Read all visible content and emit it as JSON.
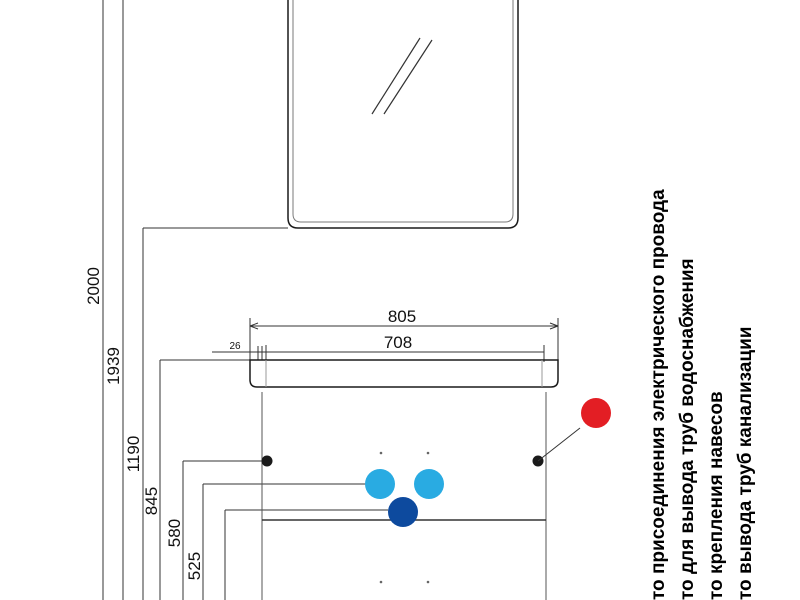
{
  "dimensions": {
    "h2000": "2000",
    "h1939": "1939",
    "h1190": "1190",
    "h845": "845",
    "h580": "580",
    "h525": "525",
    "w805": "805",
    "w708": "708",
    "w26": "26"
  },
  "legend": {
    "electric": "то присоединения электрического провода",
    "water": "то для вывода труб водоснабжения",
    "hang": "то крепления навесов",
    "sewer": "то вывода труб канализации"
  },
  "colors": {
    "electric_marker": "#e31e24",
    "water_marker": "#29abe2",
    "sewer_marker": "#0d4a9e",
    "hang_marker": "#1a1a1a"
  }
}
